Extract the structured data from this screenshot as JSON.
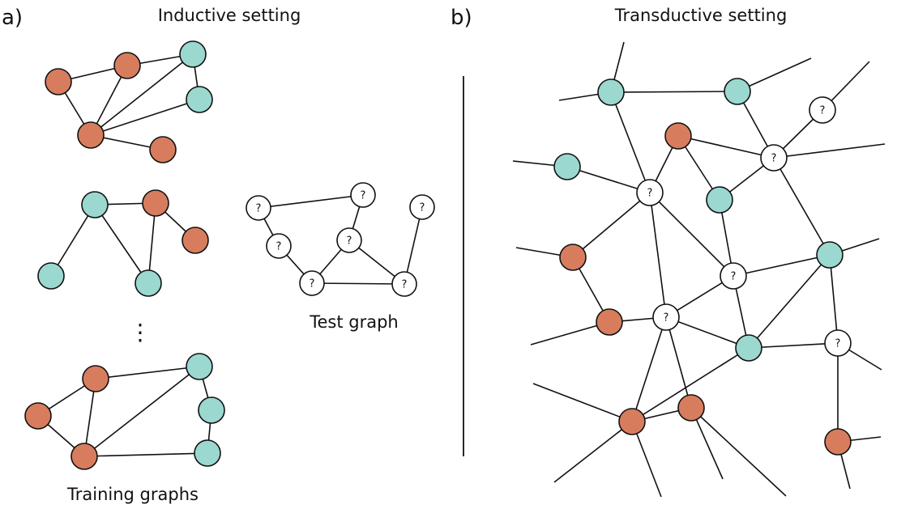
{
  "colors": {
    "labeled_orange": "#D77D5E",
    "labeled_teal": "#9BD8CF",
    "unknown": "#FFFFFF",
    "stroke": "#111111"
  },
  "panel_a": {
    "letter": "a)",
    "title": "Inductive setting",
    "training_caption": "Training graphs",
    "test_caption": "Test graph",
    "ellipsis": "⋮"
  },
  "panel_b": {
    "letter": "b)",
    "title": "Transductive setting"
  },
  "unknown_label": "?",
  "node_kinds": [
    "orange",
    "teal",
    "unknown"
  ]
}
